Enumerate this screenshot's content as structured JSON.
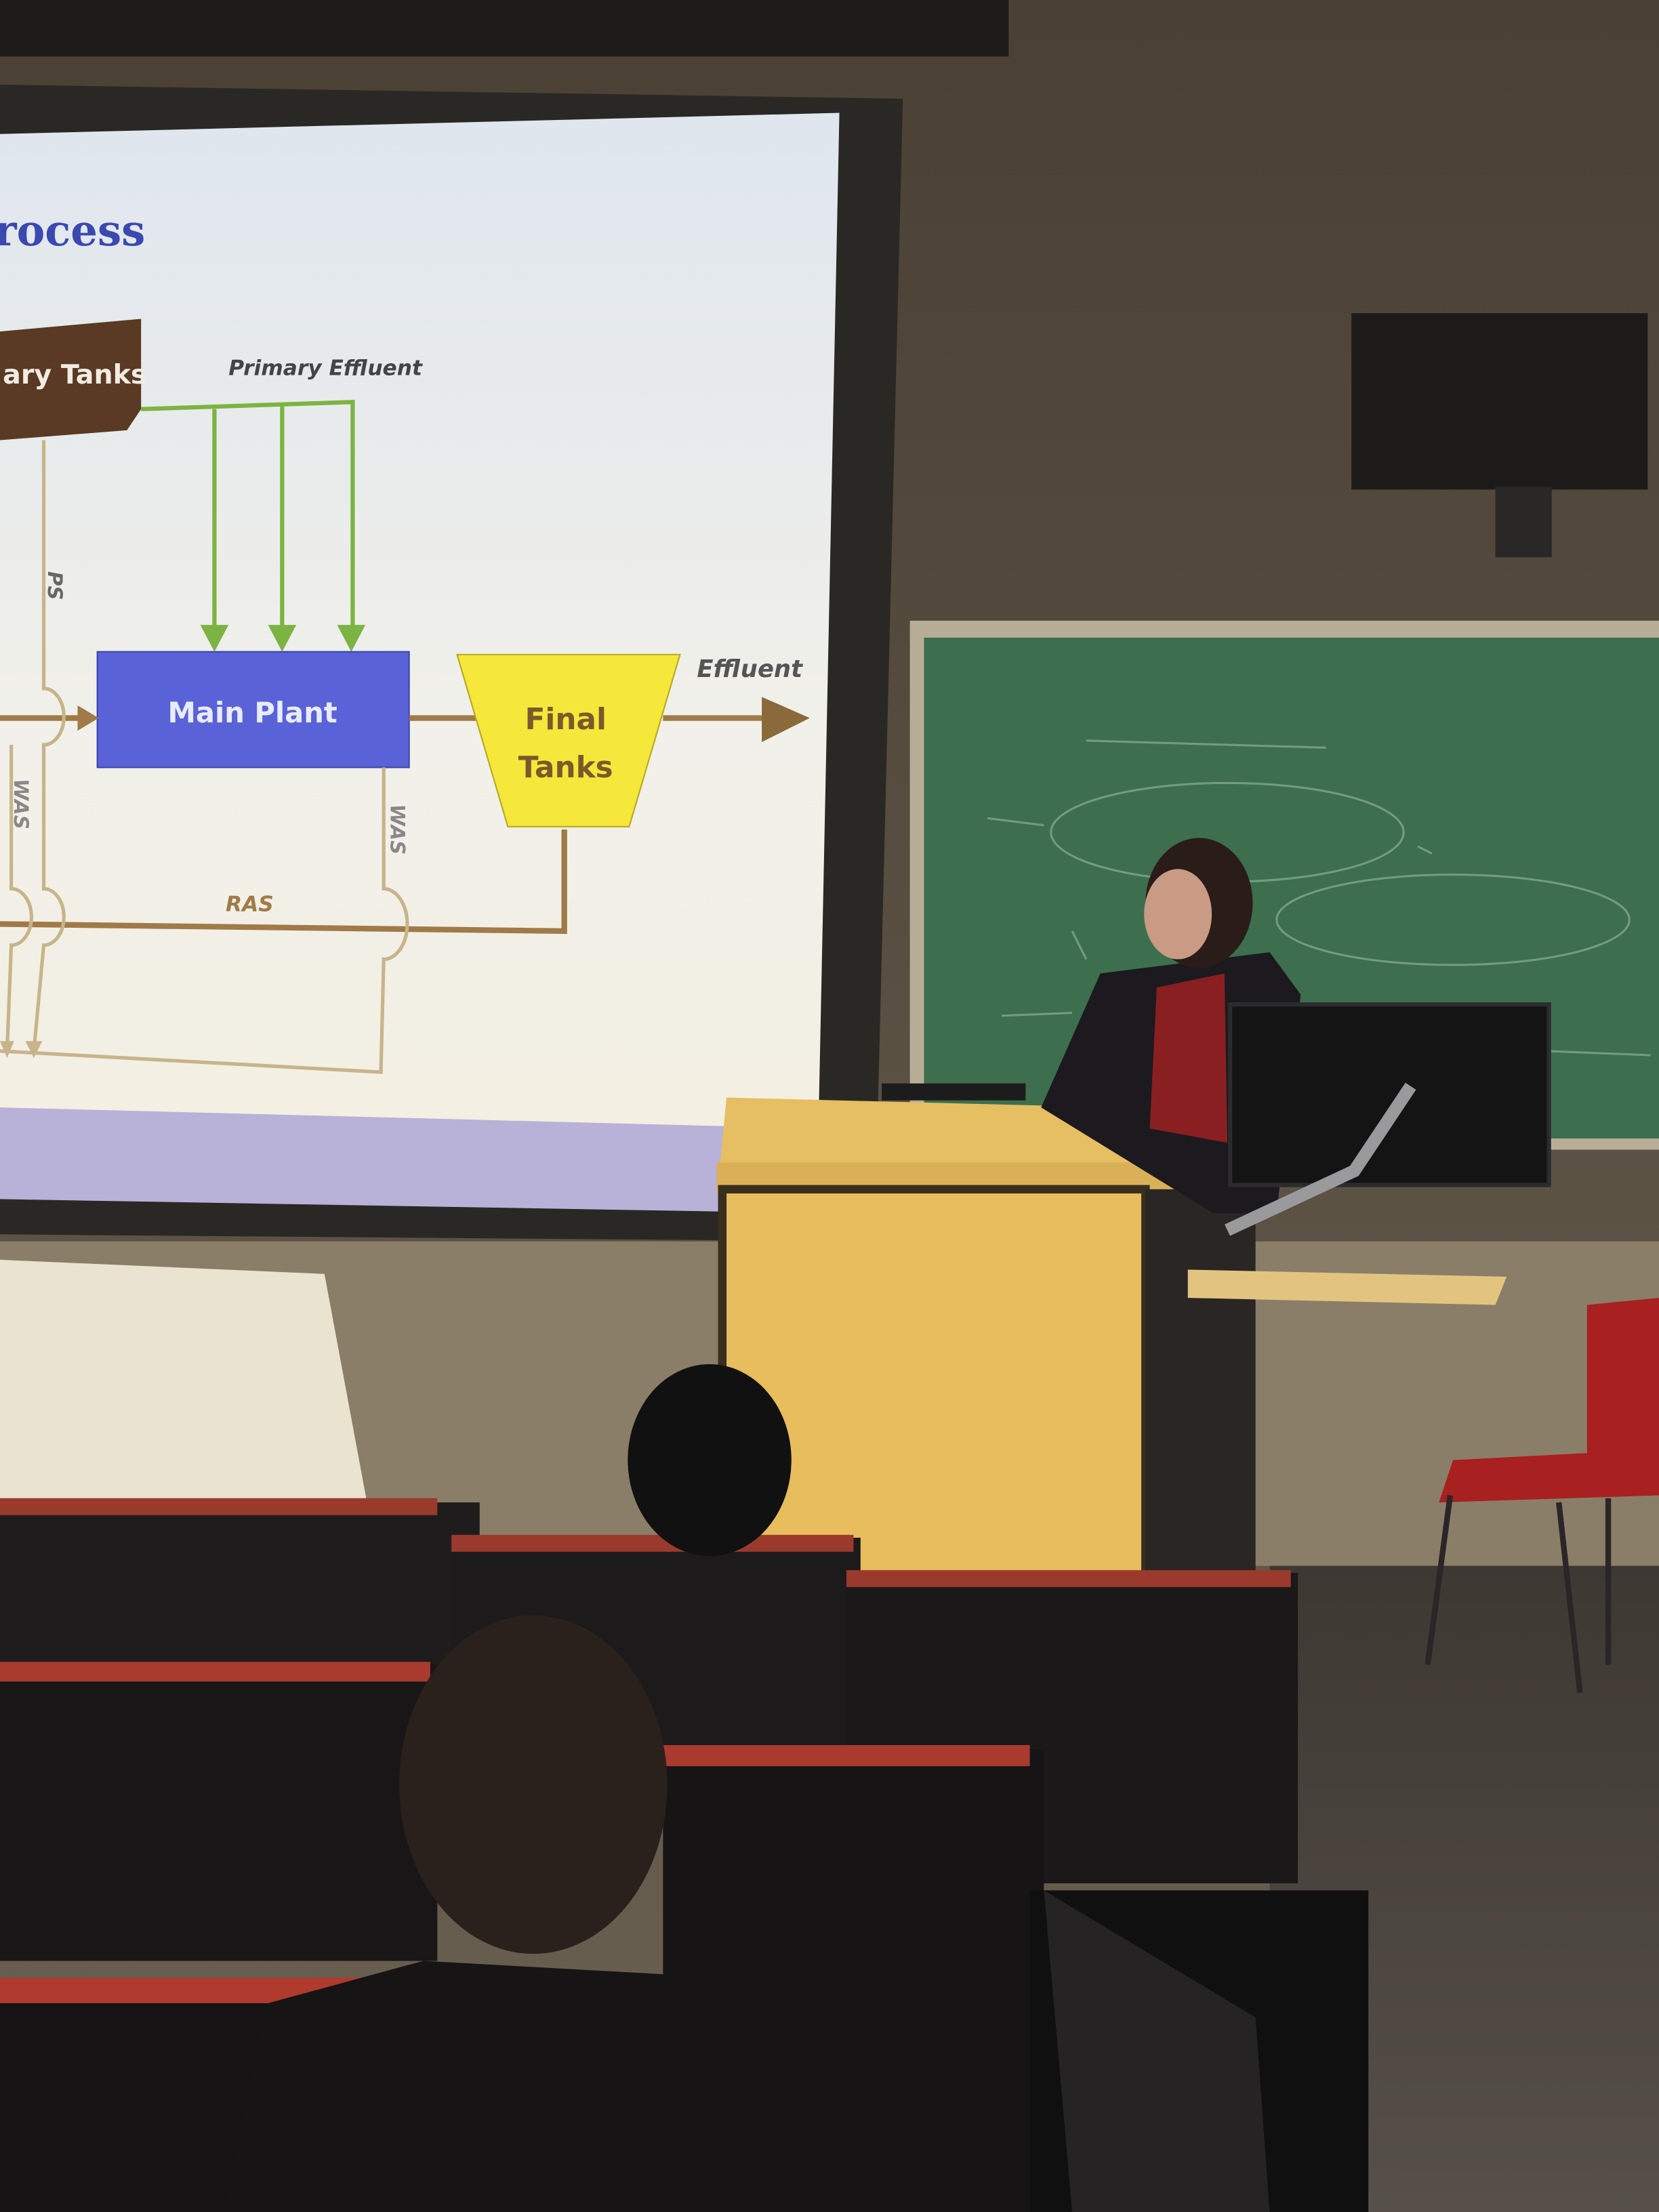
{
  "slide": {
    "title_fragment": "rocess",
    "boxes": {
      "primary_tanks": "ary Tanks",
      "main_plant": "Main Plant",
      "final_tanks_line1": "Final",
      "final_tanks_line2": "Tanks"
    },
    "labels": {
      "primary_effluent": "Primary Effluent",
      "effluent": "Effluent",
      "ps": "PS",
      "was_left": "WAS",
      "was_right": "WAS",
      "ras": "RAS"
    },
    "colors": {
      "primary_tanks": "#5a3a24",
      "main_plant": "#5a62d8",
      "final_tanks": "#f5e83a",
      "primary_effluent_lines": "#7cb342",
      "flow_lines": "#a07a48",
      "sludge_lines": "#c8b48a"
    }
  }
}
